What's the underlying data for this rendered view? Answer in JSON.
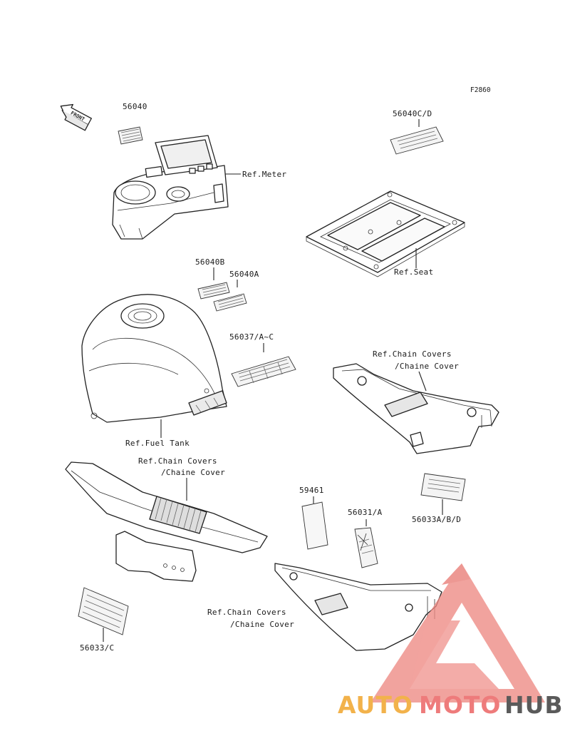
{
  "figure_code": "F2860",
  "front_label": "FRONT",
  "parts": {
    "p56040": "56040",
    "p56040cd": "56040C/D",
    "p56040b": "56040B",
    "p56040a": "56040A",
    "p56037": "56037/A~C",
    "p59461": "59461",
    "p56031": "56031/A",
    "p56033abd": "56033A/B/D",
    "p56033c": "56033/C"
  },
  "refs": {
    "meter": "Ref.Meter",
    "seat": "Ref.Seat",
    "fuel_tank": "Ref.Fuel Tank",
    "chain_covers_1_line1": "Ref.Chain Covers",
    "chain_covers_1_line2": "/Chaine Cover",
    "chain_covers_2_line1": "Ref.Chain Covers",
    "chain_covers_2_line2": "/Chaine Cover",
    "chain_covers_3_line1": "Ref.Chain Covers",
    "chain_covers_3_line2": "/Chaine Cover"
  },
  "watermark": {
    "auto": "AUTO",
    "moto": "MOTO",
    "hub": "HUB",
    "colors": {
      "auto": "#f2b24b",
      "moto": "#ee7b7b",
      "hub": "#5a5a5a",
      "triangle": "#ee8a84"
    }
  }
}
